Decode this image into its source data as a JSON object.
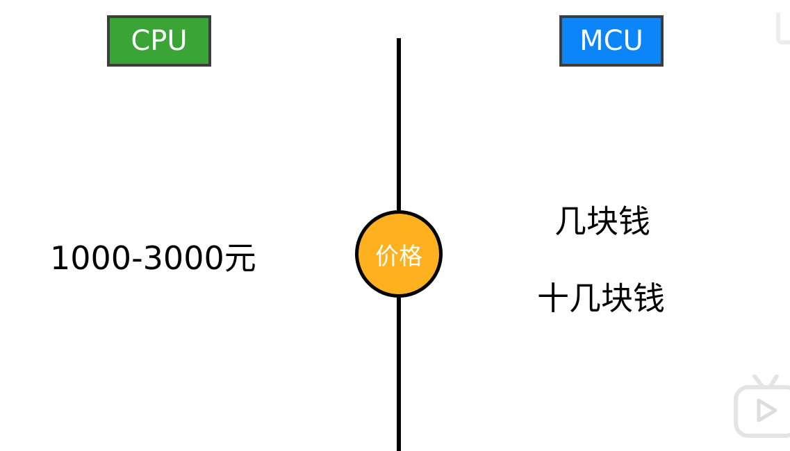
{
  "left": {
    "label": "CPU",
    "color": "#3aa436",
    "value": "1000-3000元"
  },
  "right": {
    "label": "MCU",
    "color": "#0b85f8",
    "values": [
      "几块钱",
      "十几块钱"
    ]
  },
  "center": {
    "label": "价格",
    "color": "#fdb11e"
  },
  "icons": {
    "watermark": "watermark-corner-icon",
    "player": "video-player-logo-icon"
  }
}
